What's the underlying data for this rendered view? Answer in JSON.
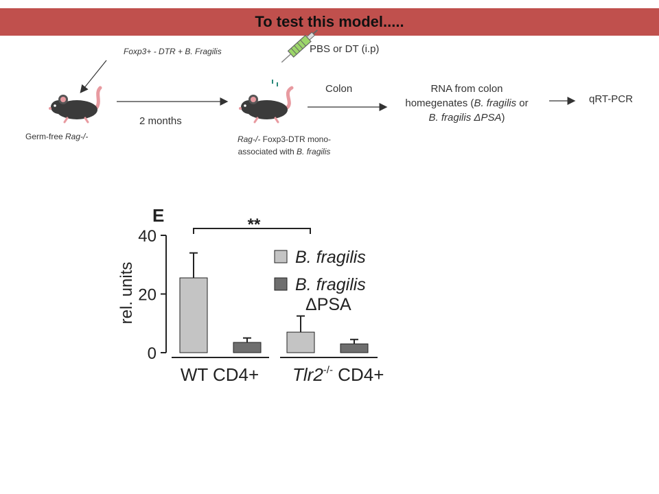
{
  "slide": {
    "title": "To test this model....."
  },
  "flow": {
    "donor_label": "Foxp3+ - DTR + B. Fragilis",
    "mouse1_label_pre": "Germ-free ",
    "mouse1_label_it": "Rag-/-",
    "duration": "2 months",
    "treatment": "PBS or DT (i.p)",
    "mouse2_label_it": "Rag-/-",
    "mouse2_label_rest": " Foxp3-DTR mono-",
    "mouse2_label_line2_pre": "associated with ",
    "mouse2_label_line2_it": "B. fragilis",
    "tissue": "Colon",
    "rna_line1": "RNA from colon",
    "rna_line2_pre": "homegenates (",
    "rna_line2_it": "B. fragilis",
    "rna_line2_post": " or",
    "rna_line3_it": "B. fragilis ΔPSA",
    "rna_line3_post": ")",
    "readout": "qRT-PCR"
  },
  "chart_data": {
    "type": "bar",
    "panel_letter": "E",
    "ylabel": "rel. units",
    "ylim": [
      0,
      40
    ],
    "yticks": [
      "0",
      "20",
      "40"
    ],
    "group_labels": [
      "WT CD4+",
      "Tlr2",
      "-/-",
      " CD4+"
    ],
    "significance": "**",
    "colors": {
      "bf": "#c4c4c4",
      "bfdpsa": "#6e6e6e"
    },
    "series": [
      {
        "name": "B. fragilis",
        "values": [
          25.5,
          7
        ],
        "errors": [
          8.5,
          5.5
        ]
      },
      {
        "name": "B. fragilis ΔPSA",
        "values": [
          3.5,
          3
        ],
        "errors": [
          1.5,
          1.5
        ]
      }
    ],
    "legend_line2": "ΔPSA"
  }
}
